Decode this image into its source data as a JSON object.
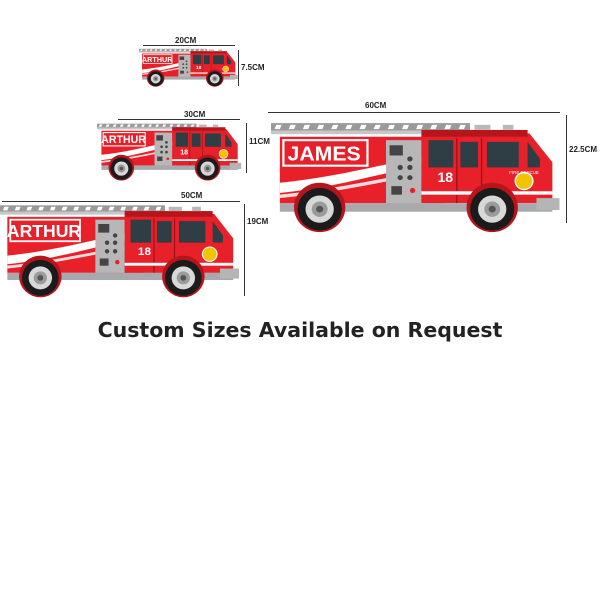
{
  "trucks": [
    {
      "name": "ARTHUR",
      "number": "18",
      "width_label": "20CM",
      "height_label": "7.5CM"
    },
    {
      "name": "ARTHUR",
      "number": "18",
      "width_label": "30CM",
      "height_label": "11CM"
    },
    {
      "name": "ARTHUR",
      "number": "18",
      "width_label": "50CM",
      "height_label": "19CM"
    },
    {
      "name": "JAMES",
      "number": "18",
      "width_label": "60CM",
      "height_label": "22.5CM"
    }
  ],
  "badge_text": "FIRE RESCUE",
  "caption": "Custom Sizes Available on Request",
  "colors": {
    "body_red": "#e8202a",
    "dark_red": "#b7151c",
    "window": "#2f3d44",
    "panel_gray": "#a7a9ac",
    "ladder_gray": "#9a9a9a"
  },
  "icons": [
    "fire-truck-icon",
    "ladder-icon",
    "wheel-icon"
  ]
}
